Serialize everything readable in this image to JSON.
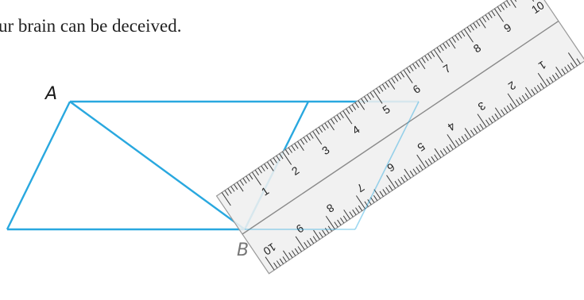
{
  "caption": "ur brain can be deceived.",
  "points": {
    "a": "A",
    "b": "B"
  },
  "colors": {
    "shape": "#29a8df",
    "ruler_face": "#efefef",
    "ruler_edge": "#9a9a9a",
    "ruler_marks": "#3a3a3a"
  },
  "ruler": {
    "upper_scale": [
      "1",
      "2",
      "3",
      "4",
      "5",
      "6",
      "7",
      "8",
      "9",
      "10"
    ],
    "lower_scale": [
      "1",
      "2",
      "3",
      "4",
      "5",
      "6",
      "7",
      "8",
      "9",
      "10"
    ]
  }
}
